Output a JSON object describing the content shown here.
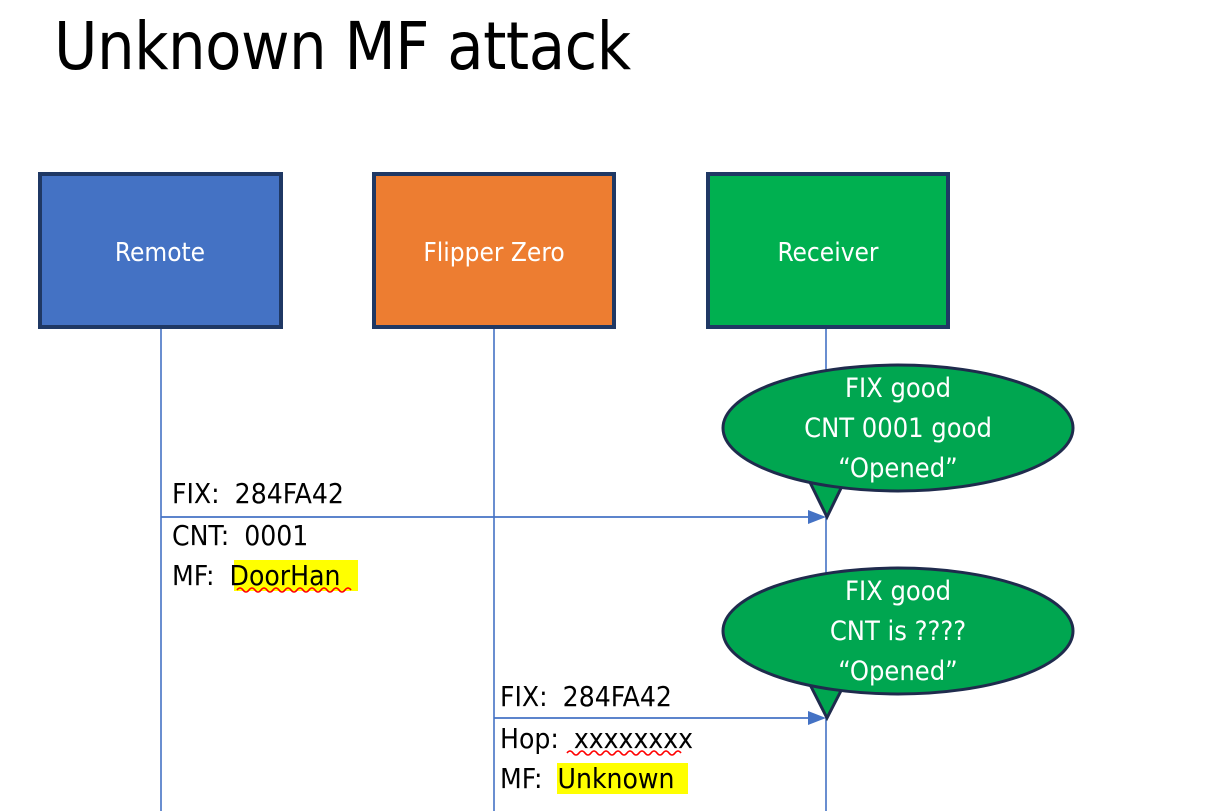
{
  "slide": {
    "title": "Unknown MF attack",
    "background_color": "#FFFFFF"
  },
  "colors": {
    "remote_fill": "#4472C4",
    "flipper_fill": "#ED7D31",
    "receiver_fill": "#00B050",
    "box_border": "#1F3864",
    "lifeline": "#4472C4",
    "arrow": "#4472C4",
    "bubble_fill": "#00A650",
    "bubble_border": "#1F2B4D",
    "highlight": "#FFFF00",
    "spellcheck_underline": "#FF0000",
    "text_dark": "#000000",
    "text_light": "#FFFFFF"
  },
  "actors": [
    {
      "id": "remote",
      "label": "Remote"
    },
    {
      "id": "flipper",
      "label": "Flipper Zero"
    },
    {
      "id": "receiver",
      "label": "Receiver"
    }
  ],
  "messages": [
    {
      "id": "message-1",
      "from": "remote",
      "to": "receiver",
      "lines": [
        {
          "label": "FIX:",
          "value": "284FA42",
          "highlight": false,
          "misspelled": false
        },
        {
          "label": "CNT:",
          "value": "0001",
          "highlight": false,
          "misspelled": false
        },
        {
          "label": "MF:",
          "value": "DoorHan",
          "highlight": true,
          "misspelled": true
        }
      ]
    },
    {
      "id": "message-2",
      "from": "flipper",
      "to": "receiver",
      "lines": [
        {
          "label": "FIX:",
          "value": "284FA42",
          "highlight": false,
          "misspelled": false
        },
        {
          "label": "Hop:",
          "value": "xxxxxxxx",
          "highlight": false,
          "misspelled": true
        },
        {
          "label": "MF:",
          "value": "Unknown",
          "highlight": true,
          "misspelled": false
        }
      ]
    }
  ],
  "callouts": [
    {
      "id": "callout-1",
      "lines": [
        "FIX good",
        "CNT 0001 good",
        "“Opened”"
      ]
    },
    {
      "id": "callout-2",
      "lines": [
        "FIX good",
        "CNT is ????",
        "“Opened”"
      ]
    }
  ]
}
